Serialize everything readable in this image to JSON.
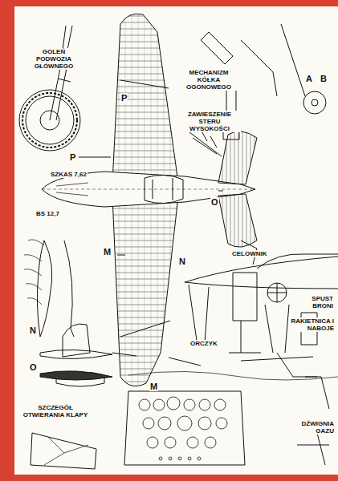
{
  "diagram": {
    "labels": [
      "GOLEŃ PODWOZIA GŁÓWNEGO",
      "P",
      "MECHANIZM KÓŁKA OGONOWEGO",
      "ZAWIESZENIE STERU WYSOKOŚCI",
      "A",
      "B",
      "P",
      "SZKAS 7,62",
      "O",
      "BS 12,7",
      "M",
      "N",
      "CELOWNIK",
      "SPUST BRONI",
      "RAKIETNICA I NABOJE",
      "N",
      "ORCZYK",
      "O",
      "M",
      "SZCZEGÓŁ OTWIERANIA KLAPY",
      "DŹWIGNIA GAZU"
    ]
  }
}
